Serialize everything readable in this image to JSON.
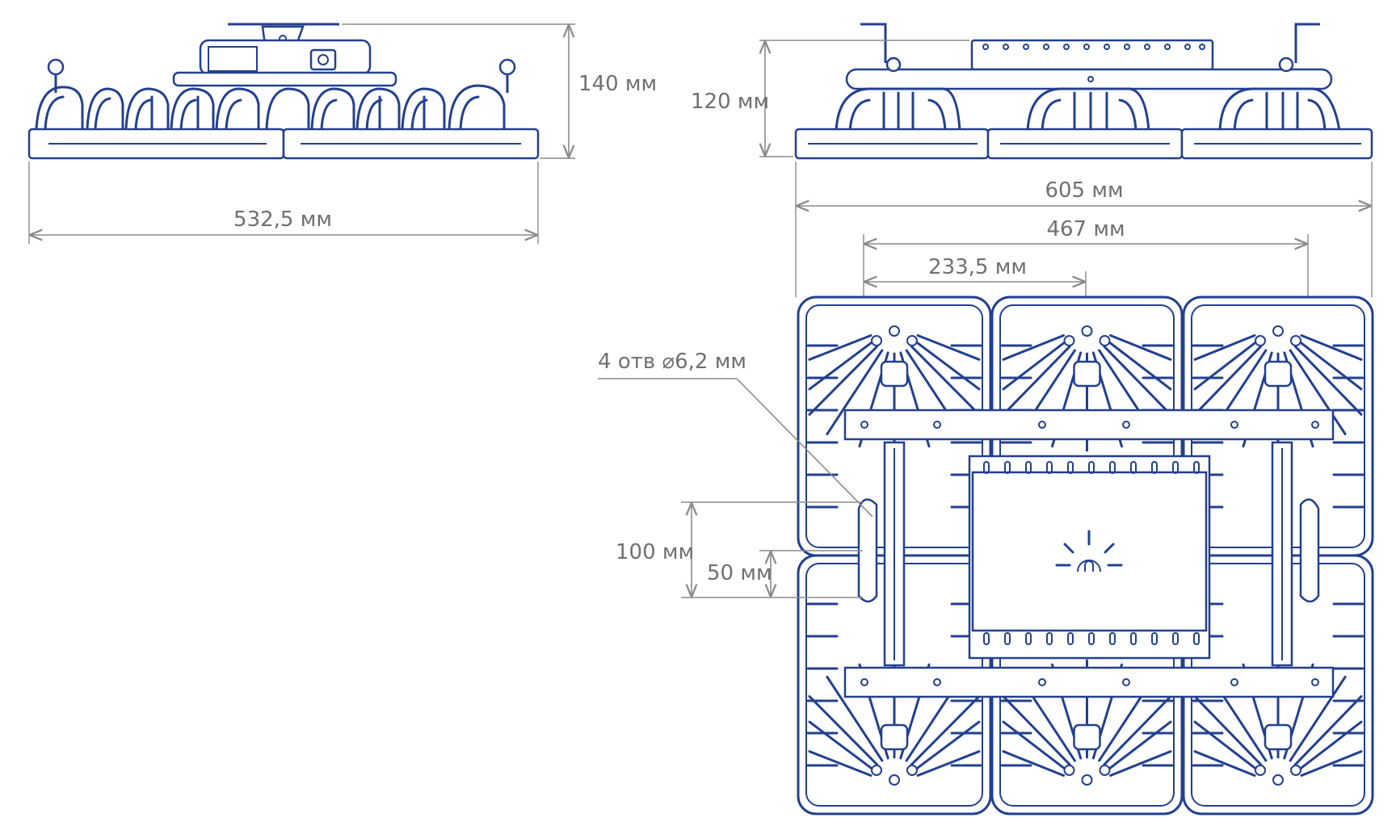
{
  "dimensions": {
    "side_width": "532,5 мм",
    "side_height": "140 мм",
    "front_height": "120 мм",
    "overall_width": "605 мм",
    "mount_span": "467 мм",
    "half_span": "233,5 мм",
    "holes": "4 отв ⌀6,2 мм",
    "slot_span": "100 мм",
    "slot_pitch": "50 мм"
  },
  "colors": {
    "outline": "#23408e",
    "dimension": "#8a8a8a",
    "dimension_text": "#707070",
    "background": "#ffffff"
  },
  "icons": {
    "center_logo": "sun-icon"
  }
}
